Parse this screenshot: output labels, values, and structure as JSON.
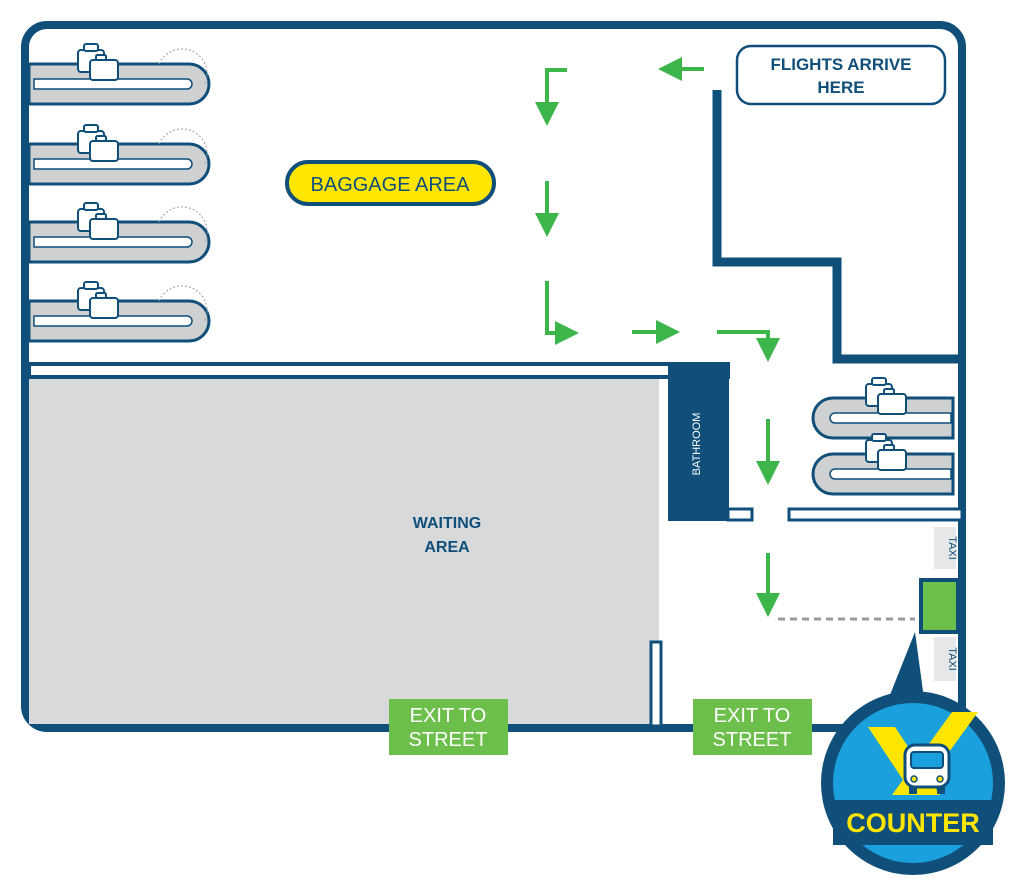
{
  "labels": {
    "flights_arrive": [
      "FLIGHTS ARRIVE",
      "HERE"
    ],
    "baggage_area": "BAGGAGE AREA",
    "waiting_area": [
      "WAITING",
      "AREA"
    ],
    "bathroom": "BATHROOM",
    "exit_left": [
      "EXIT TO",
      "STREET"
    ],
    "exit_right": [
      "EXIT TO",
      "STREET"
    ],
    "taxi_top": "TAXI",
    "taxi_bottom": "TAXI",
    "counter": "COUNTER"
  },
  "colors": {
    "wall": "#0f4f7a",
    "floor": "#ffffff",
    "waiting_floor": "#d8d9db",
    "conveyor": "#cfd0d2",
    "arrow": "#3cb54a",
    "exit_bg": "#6dbf4b",
    "baggage_label_bg": "#ffe600",
    "taxi_stand": "#6dbf4b",
    "counter_ring": "#0f4f7a",
    "counter_inner": "#1aa0dc",
    "counter_text": "#ffe600"
  },
  "icons": {
    "carousels": "baggage-carousel-icon",
    "luggage": "luggage-icon",
    "arrows": "direction-arrow-icon",
    "counter_logo": "bus-x-logo-icon"
  }
}
